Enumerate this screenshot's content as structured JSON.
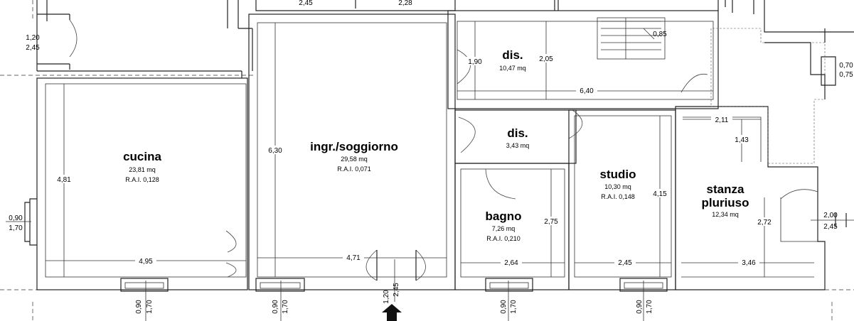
{
  "rooms": {
    "cucina": {
      "name": "cucina",
      "area": "23,81 mq",
      "rai": "R.A.I. 0,128"
    },
    "soggiorno": {
      "name": "ingr./soggiorno",
      "area": "29,58 mq",
      "rai": "R.A.I. 0,071"
    },
    "dis_top": {
      "name": "dis.",
      "area": "10,47 mq"
    },
    "dis_mid": {
      "name": "dis.",
      "area": "3,43 mq"
    },
    "bagno": {
      "name": "bagno",
      "area": "7,26 mq",
      "rai": "R.A.I. 0,210"
    },
    "studio": {
      "name": "studio",
      "area": "10,30 mq",
      "rai": "R.A.I. 0,148"
    },
    "stanza_line1": "stanza",
    "stanza_line2": "pluriuso",
    "stanza_area": "12,34 mq"
  },
  "dimensions": {
    "top_245": "2,45",
    "top_228": "2,28",
    "left_door_w": "1,20",
    "left_door_h": "2,45",
    "cucina_h": "4,81",
    "cucina_w": "4,95",
    "soggiorno_h": "6,30",
    "soggiorno_w": "4,71",
    "dis_190": "1,90",
    "dis_205": "2,05",
    "dis_640": "6,40",
    "stair_085": "0,85",
    "bagno_w": "2,64",
    "bagno_h": "2,75",
    "studio_w": "2,45",
    "studio_h": "4,15",
    "stanza_w": "3,46",
    "stanza_h": "2,72",
    "dim_211": "2,11",
    "dim_143": "1,43",
    "right_070": "0,70",
    "right_075": "0,75",
    "right_200": "2,00",
    "right_245": "2,45",
    "win_left_w": "0,90",
    "win_left_h": "1,70",
    "entrance_w": "1,20",
    "entrance_h": "2,45",
    "win_090": "0,90",
    "win_170": "1,70"
  },
  "colors": {
    "line": "#222222",
    "background": "#ffffff"
  }
}
